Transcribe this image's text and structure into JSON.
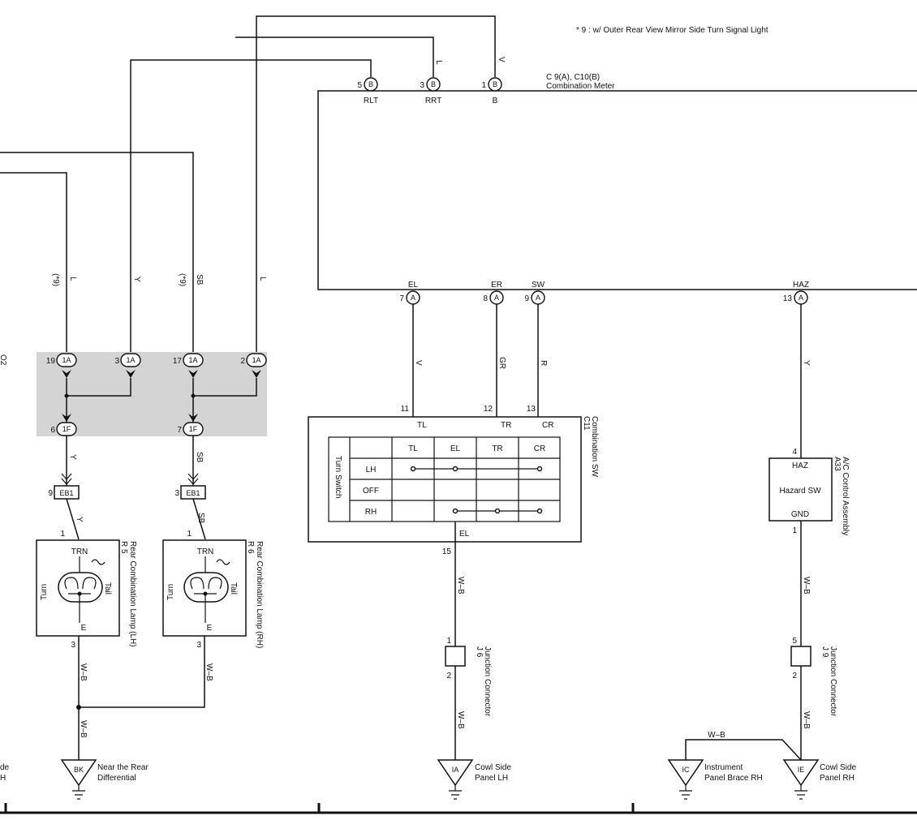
{
  "note": "* 9 : w/ Outer Rear View Mirror Side Turn Signal Light",
  "combination_meter": {
    "code": "C 9(A), C10(B)",
    "name": "Combination Meter"
  },
  "meter_pins_top": [
    {
      "num": "5",
      "conn": "B",
      "name": "RLT"
    },
    {
      "num": "3",
      "conn": "B",
      "name": "RRT"
    },
    {
      "num": "1",
      "conn": "B",
      "name": "B"
    }
  ],
  "meter_pins_bottom": [
    {
      "num": "7",
      "conn": "A",
      "name": "EL"
    },
    {
      "num": "8",
      "conn": "A",
      "name": "ER"
    },
    {
      "num": "9",
      "conn": "A",
      "name": "SW"
    },
    {
      "num": "13",
      "conn": "A",
      "name": "HAZ"
    }
  ],
  "junction_pins": [
    {
      "num": "19",
      "conn": "1A"
    },
    {
      "num": "3",
      "conn": "1A"
    },
    {
      "num": "17",
      "conn": "1A"
    },
    {
      "num": "2",
      "conn": "1A"
    },
    {
      "num": "6",
      "conn": "1F"
    },
    {
      "num": "7",
      "conn": "1F"
    }
  ],
  "eb1_pins": [
    {
      "num": "9",
      "conn": "EB1"
    },
    {
      "num": "3",
      "conn": "EB1"
    }
  ],
  "wire_colors": {
    "w1": "L",
    "w2": "Y",
    "w3": "SB",
    "w4": "L",
    "w_top_l": "L",
    "w_top_v": "V",
    "w_el": "V",
    "w_er": "GR",
    "w_sw": "R",
    "w_haz": "Y",
    "w_y_out": "Y",
    "w_sb_out": "SB",
    "w_y_lamp": "Y",
    "w_sb_lamp": "SB",
    "w_wb1": "W–B",
    "w_wb2": "W–B",
    "w_wb3": "W–B",
    "w_wb4": "W–B",
    "w_wb5": "W–B",
    "w_wb6": "W–B",
    "w_wb7": "W–B",
    "w_wb8": "W–B"
  },
  "option_mark": "(*9)",
  "combination_sw": {
    "code": "C11",
    "name": "Combination SW",
    "pins": [
      {
        "num": "11",
        "name": "TL"
      },
      {
        "num": "12",
        "name": "TR"
      },
      {
        "num": "13",
        "name": "CR"
      }
    ],
    "bottom_pin": {
      "num": "15",
      "name": "EL"
    },
    "table_title": "Turn Switch",
    "columns": [
      "TL",
      "EL",
      "TR",
      "CR"
    ],
    "rows": [
      "LH",
      "OFF",
      "RH"
    ]
  },
  "hazard": {
    "code": "A33",
    "name": "A/C Control Assembly",
    "pin_top": "4",
    "pin_bottom": "1",
    "haz_label": "HAZ",
    "sw_label": "Hazard SW",
    "gnd_label": "GND"
  },
  "lamp_lh": {
    "code": "R 5",
    "name": "Rear Combination Lamp (LH)",
    "pin_top": "1",
    "pin_bottom": "3",
    "trn": "TRN",
    "turn": "Turn",
    "tail": "Tail",
    "e": "E"
  },
  "lamp_rh": {
    "code": "R 6",
    "name": "Rear Combination Lamp (RH)",
    "pin_top": "1",
    "pin_bottom": "3",
    "trn": "TRN",
    "turn": "Turn",
    "tail": "Tail",
    "e": "E"
  },
  "j6": {
    "code": "J 6",
    "name": "Junction Connector",
    "pin_top": "1",
    "pin_bottom": "2"
  },
  "j9": {
    "code": "J 9",
    "name": "Junction Connector",
    "pin_top": "5",
    "pin_bottom": "2"
  },
  "grounds": [
    {
      "code": "BK",
      "line1": "Near the Rear",
      "line2": "Differential"
    },
    {
      "code": "IA",
      "line1": "Cowl Side",
      "line2": "Panel LH"
    },
    {
      "code": "IC",
      "line1": "Instrument",
      "line2": "Panel Brace RH"
    },
    {
      "code": "IE",
      "line1": "Cowl Side",
      "line2": "Panel RH"
    }
  ],
  "left_edge": {
    "partial_de": "de",
    "partial_h": "H",
    "partial_o2": "O2"
  }
}
